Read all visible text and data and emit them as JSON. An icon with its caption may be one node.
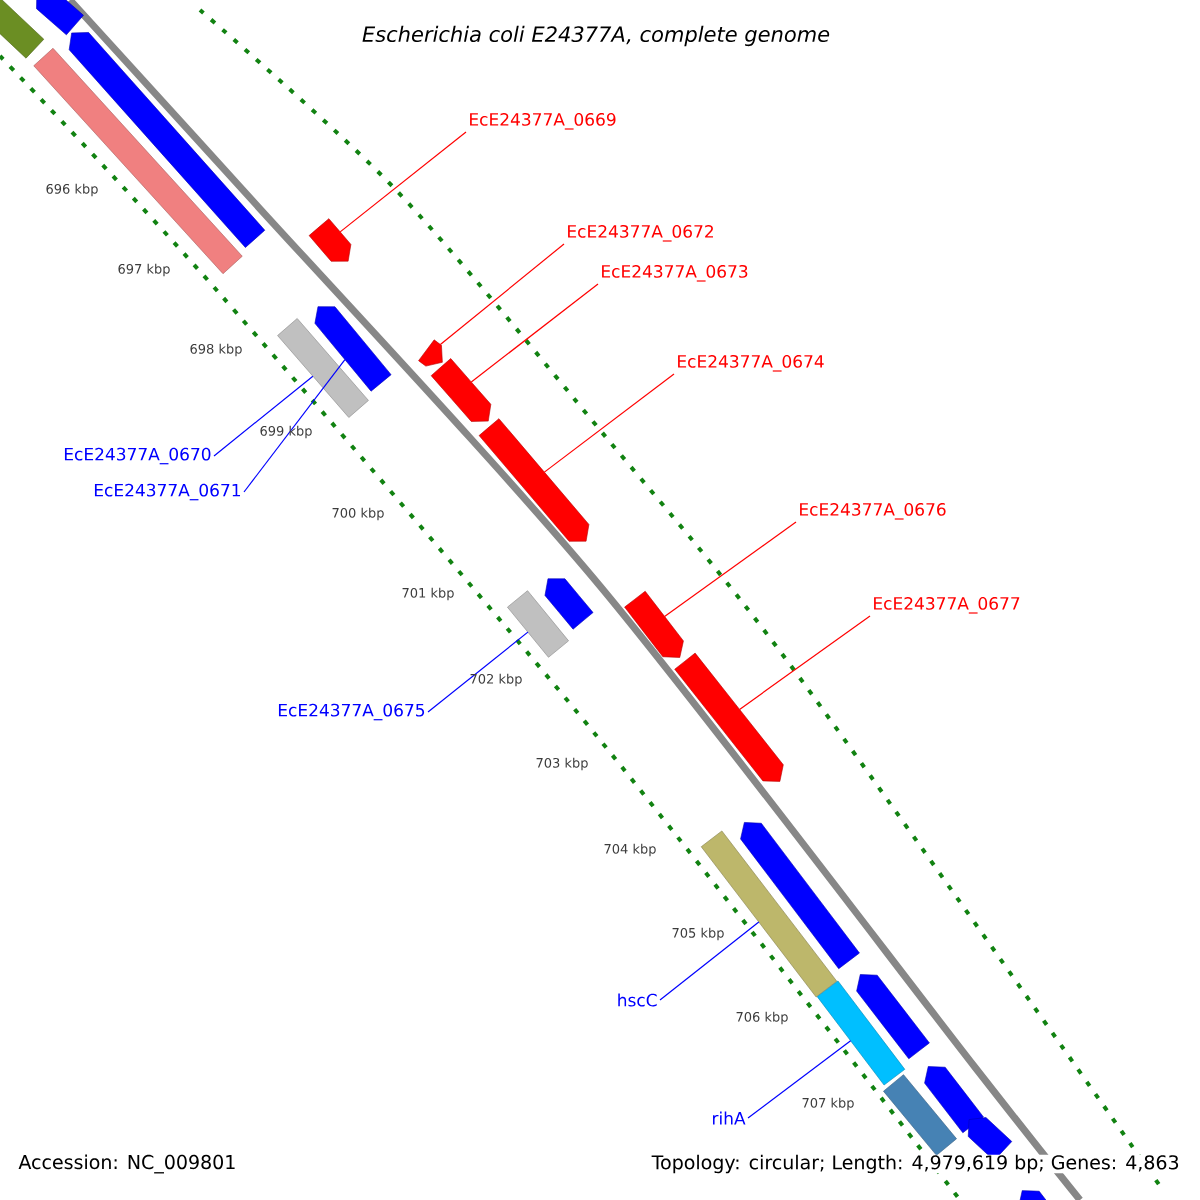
{
  "diagram": {
    "title": "Escherichia coli E24377A, complete genome",
    "nodes": [
      {
        "text": [
          "EcE24377A_0669"
        ]
      },
      {
        "text": [
          "EcE24377A_0672"
        ]
      },
      {
        "text": [
          "EcE24377A_0673"
        ]
      },
      {
        "text": [
          "EcE24377A_0674"
        ]
      },
      {
        "text": [
          "EcE24377A_0670"
        ]
      },
      {
        "text": [
          "EcE24377A_0671"
        ]
      },
      {
        "text": [
          "EcE24377A_0676"
        ]
      },
      {
        "text": [
          "EcE24377A_0677"
        ]
      },
      {
        "text": [
          "EcE24377A_0675"
        ]
      },
      {
        "text": [
          "hscC"
        ]
      },
      {
        "text": [
          "rihA"
        ]
      },
      {
        "text": [],
        "shape": "arrow"
      },
      {
        "text": [],
        "shape": "arrow"
      },
      {
        "text": [],
        "shape": "arrow"
      },
      {
        "text": [],
        "shape": "arrow"
      },
      {
        "text": [],
        "shape": "bar"
      },
      {
        "text": [],
        "shape": "arrow"
      },
      {
        "text": [],
        "shape": "arrow"
      },
      {
        "text": [],
        "shape": "arrow"
      },
      {
        "text": [],
        "shape": "bar"
      },
      {
        "text": [],
        "shape": "bar"
      },
      {
        "text": [],
        "shape": "bar"
      },
      {
        "text": [],
        "shape": "arrow"
      },
      {
        "text": [],
        "shape": "arrow"
      },
      {
        "text": [],
        "shape": "arrow"
      },
      {
        "text": [],
        "shape": "arrow"
      },
      {
        "text": [],
        "shape": "arrow"
      },
      {
        "text": [],
        "shape": "arrow"
      },
      {
        "text": [],
        "shape": "arrow"
      },
      {
        "text": [],
        "shape": "arrow"
      },
      {
        "text": [],
        "shape": "bar"
      },
      {
        "text": [],
        "shape": "bar"
      },
      {
        "text": [],
        "shape": "bar"
      }
    ],
    "edges": [
      {
        "from": 0,
        "to": 11,
        "arrow": "none",
        "color": "#ff0000"
      },
      {
        "from": 1,
        "to": 12,
        "arrow": "none",
        "color": "#ff0000"
      },
      {
        "from": 2,
        "to": 13,
        "arrow": "none",
        "color": "#ff0000"
      },
      {
        "from": 3,
        "to": 14,
        "arrow": "none",
        "color": "#ff0000"
      },
      {
        "from": 4,
        "to": 15,
        "arrow": "none",
        "color": "#0000ff"
      },
      {
        "from": 5,
        "to": 16,
        "arrow": "none",
        "color": "#0000ff"
      },
      {
        "from": 6,
        "to": 17,
        "arrow": "none",
        "color": "#ff0000"
      },
      {
        "from": 7,
        "to": 18,
        "arrow": "none",
        "color": "#ff0000"
      },
      {
        "from": 8,
        "to": 19,
        "arrow": "none",
        "color": "#0000ff"
      },
      {
        "from": 9,
        "to": 20,
        "arrow": "none",
        "color": "#0000ff"
      },
      {
        "from": 10,
        "to": 21,
        "arrow": "none",
        "color": "#0000ff"
      }
    ],
    "labels": [
      "696 kbp",
      "697 kbp",
      "698 kbp",
      "699 kbp",
      "700 kbp",
      "701 kbp",
      "702 kbp",
      "703 kbp",
      "704 kbp",
      "705 kbp",
      "706 kbp",
      "707 kbp",
      "Accession: NC_009801",
      "Topology: circular; Length: 4,979,619 bp; Genes: 4,863"
    ]
  }
}
